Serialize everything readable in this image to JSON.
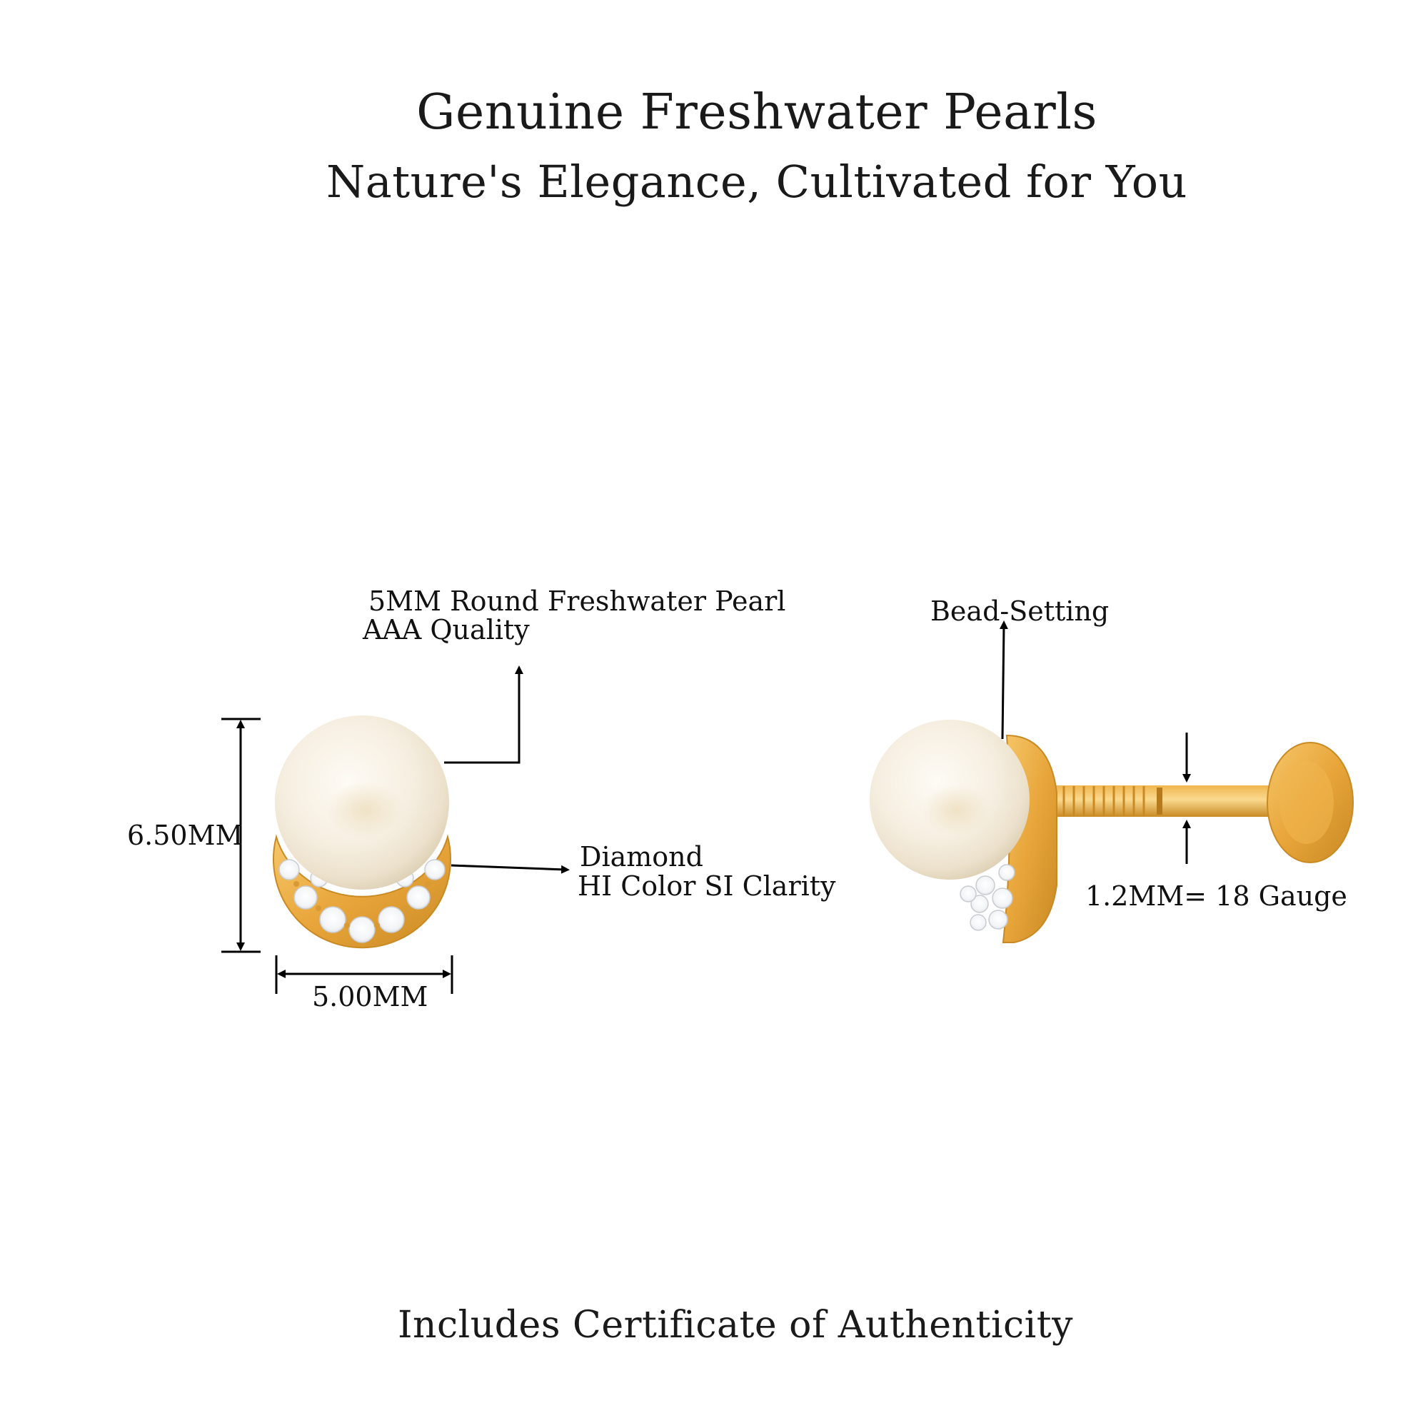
{
  "header": {
    "title": "Genuine Freshwater Pearls",
    "subtitle": "Nature's Elegance, Cultivated for You"
  },
  "front_view": {
    "pearl_spec_line1": "5MM Round Freshwater Pearl",
    "pearl_spec_line2": "AAA Quality",
    "height": "6.50MM",
    "width": "5.00MM",
    "diamond_line1": "Diamond",
    "diamond_line2": "HI Color SI Clarity"
  },
  "side_view": {
    "setting": "Bead-Setting",
    "gauge": "1.2MM=  18 Gauge"
  },
  "footer": {
    "certificate": "Includes Certificate of Authenticity"
  },
  "colors": {
    "gold": "#e8a53a",
    "pearl": "#f7f1e6",
    "background": "#ffffff"
  }
}
